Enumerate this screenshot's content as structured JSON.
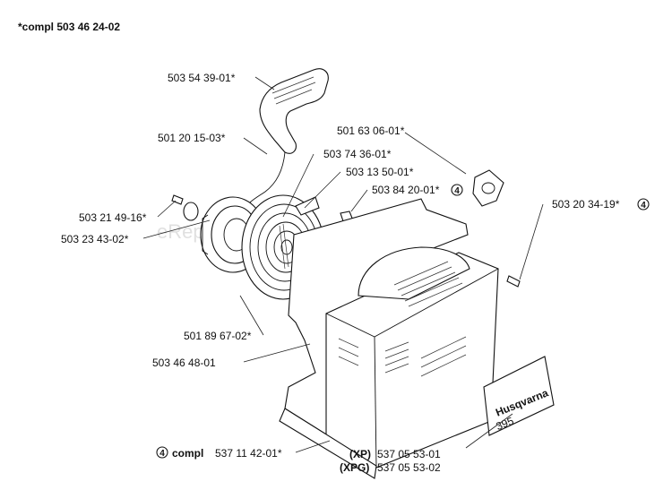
{
  "header": {
    "assembly_label": "*compl 503 46 24-02"
  },
  "watermark": "eReplacementParts.com",
  "callouts": {
    "c1": "503 54 39-01*",
    "c2": "501 20 15-03*",
    "c3": "503 74 36-01*",
    "c4": "501 63 06-01*",
    "c5": "503 13 50-01*",
    "c6": "503 84 20-01*",
    "c7": "503 20 34-19*",
    "c8": "503 21 49-16*",
    "c9": "503 23 43-02*",
    "c10": "501 89 67-02*",
    "c11": "503 46 48-01",
    "c12_prefix": "compl",
    "c12": "537 11 42-01*",
    "c13_variant": "(XP)",
    "c13": "537 05 53-01",
    "c14_variant": "(XPG)",
    "c14": "537 05 53-02"
  },
  "note_markers": {
    "m1": "4",
    "m2": "4",
    "m3": "4"
  },
  "decal": {
    "brand": "Husqvarna",
    "model": "395"
  }
}
